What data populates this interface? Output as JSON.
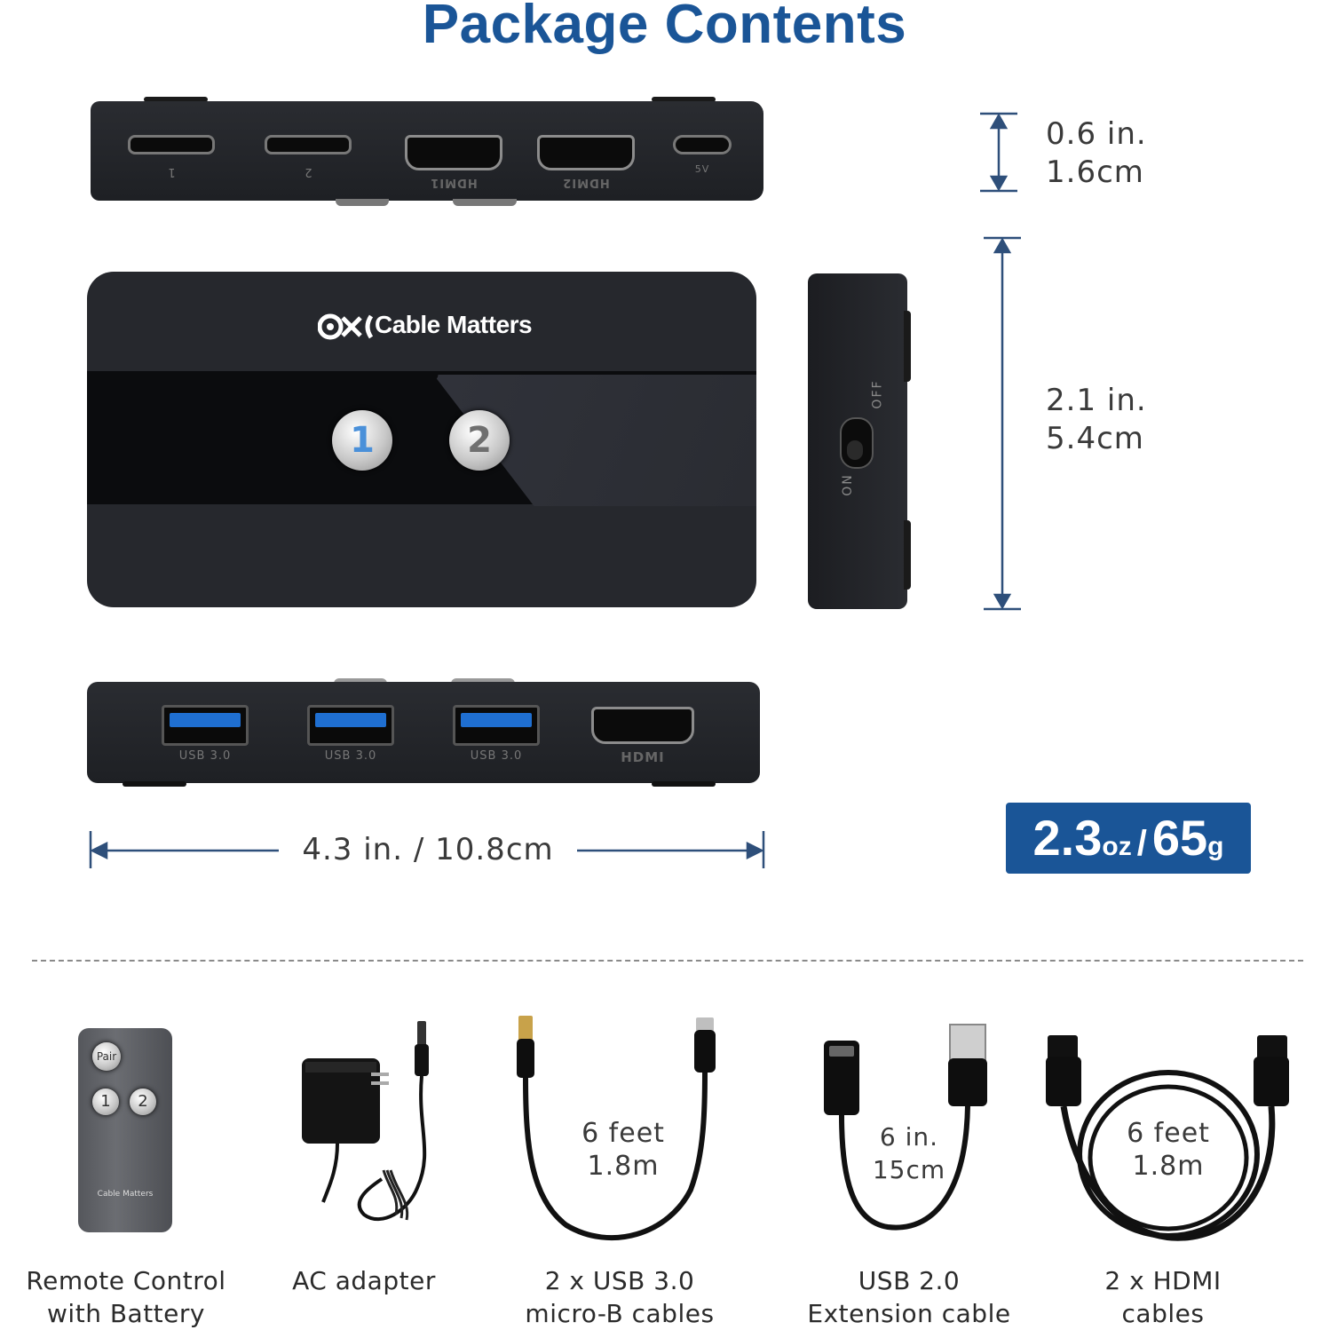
{
  "title": "Package Contents",
  "brand": "Cable Matters",
  "switch_top": {
    "port_labels": [
      "1",
      "2",
      "HDMI1",
      "HDMI2",
      "5V"
    ]
  },
  "switch_front": {
    "button_1": "1",
    "button_2": "2"
  },
  "switch_side": {
    "power_on": "ON",
    "power_off": "OFF"
  },
  "switch_bottom": {
    "port_labels": [
      "USB 3.0",
      "USB 3.0",
      "USB 3.0",
      "HDMI"
    ]
  },
  "dimensions": {
    "height_in": "0.6 in.",
    "height_cm": "1.6cm",
    "depth_in": "2.1 in.",
    "depth_cm": "5.4cm",
    "width": "4.3 in. / 10.8cm"
  },
  "weight": {
    "oz_value": "2.3",
    "oz_unit": "oz",
    "separator": "/",
    "g_value": "65",
    "g_unit": "g"
  },
  "remote": {
    "pair": "Pair",
    "b1": "1",
    "b2": "2",
    "brand": "Cable Matters"
  },
  "items": [
    {
      "caption_line1": "Remote Control",
      "caption_line2": "with Battery",
      "length_line1": "",
      "length_line2": ""
    },
    {
      "caption_line1": "AC adapter",
      "caption_line2": "",
      "length_line1": "",
      "length_line2": ""
    },
    {
      "caption_line1": "2 x USB 3.0",
      "caption_line2": "micro-B cables",
      "length_line1": "6 feet",
      "length_line2": "1.8m"
    },
    {
      "caption_line1": "USB 2.0",
      "caption_line2": "Extension cable",
      "length_line1": "6 in.",
      "length_line2": "15cm"
    },
    {
      "caption_line1": "2 x HDMI",
      "caption_line2": "cables",
      "length_line1": "6 feet",
      "length_line2": "1.8m"
    }
  ],
  "colors": {
    "title": "#1a5597",
    "weight_badge": "#1a5597",
    "arrow": "#2e4f7a",
    "device": "#232529"
  }
}
